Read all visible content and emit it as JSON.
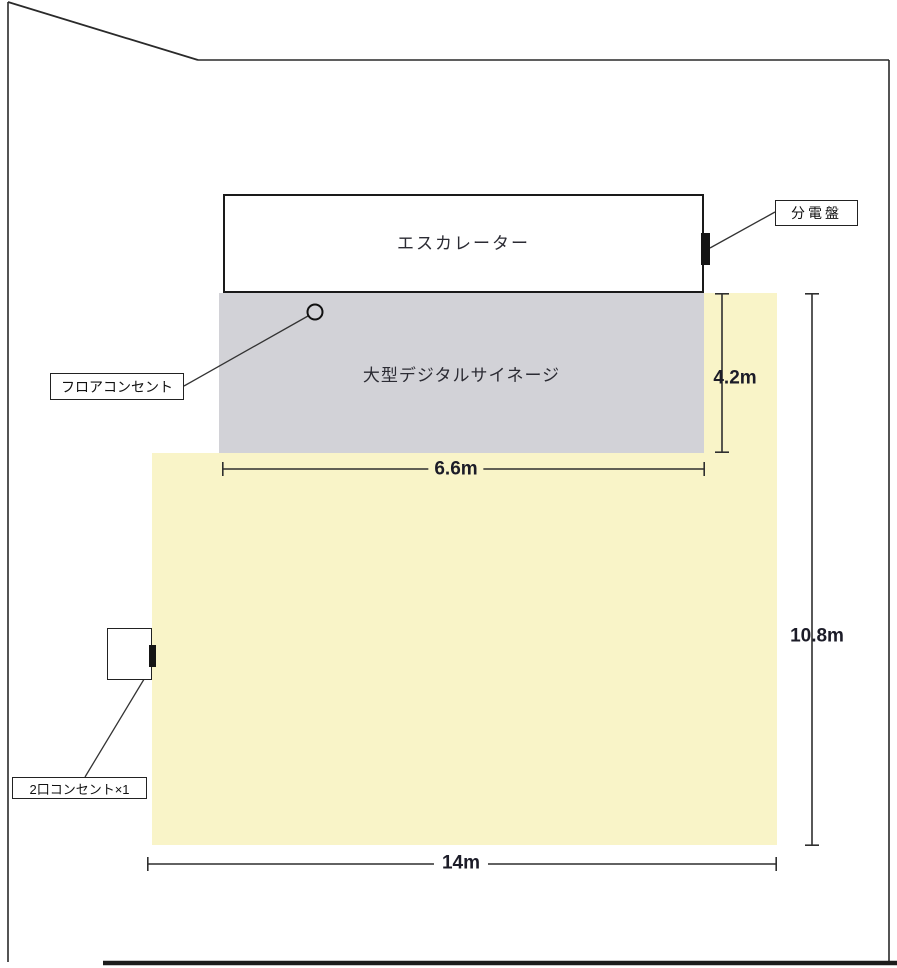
{
  "areas": {
    "escalator": {
      "label": "エスカレーター"
    },
    "signage": {
      "label": "大型デジタルサイネージ",
      "color": "#d2d2d7"
    },
    "event_space": {
      "color": "#f9f4c8"
    }
  },
  "callouts": {
    "distribution_board": "分電盤",
    "floor_outlet": "フロアコンセント",
    "double_outlet": "2口コンセント×1"
  },
  "dimensions": {
    "signage_depth": "4.2m",
    "signage_width": "6.6m",
    "space_depth": "10.8m",
    "space_width": "14m"
  }
}
